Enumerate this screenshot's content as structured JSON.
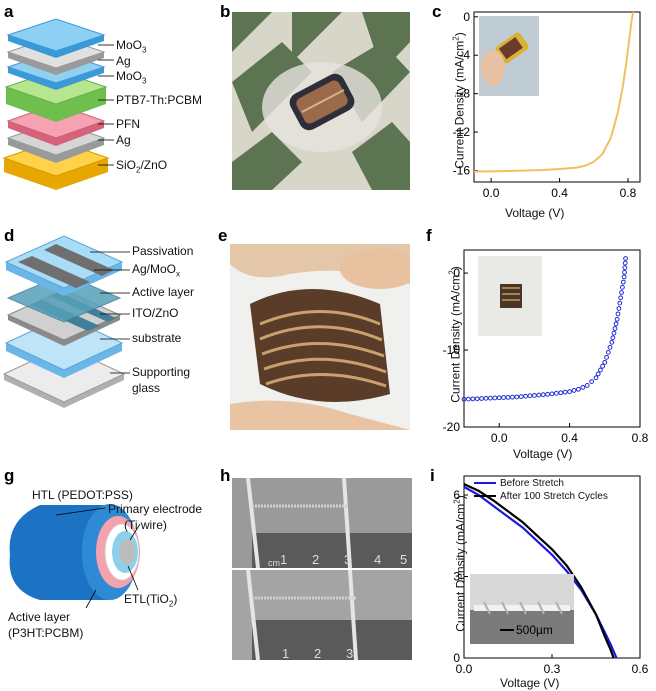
{
  "panels": {
    "a": {
      "letter": "a",
      "layers": [
        "MoO",
        "Ag",
        "MoO",
        "PTB7-Th:PCBM",
        "PFN",
        "Ag",
        "SiO",
        "/ZnO"
      ],
      "sub3": "3",
      "sub2": "2"
    },
    "b": {
      "letter": "b"
    },
    "c": {
      "letter": "c"
    },
    "d": {
      "letter": "d",
      "layers": [
        "Passivation",
        "Ag/MoO",
        "Active layer",
        "ITO/ZnO",
        "substrate",
        "Supporting",
        "glass"
      ],
      "subx": "x"
    },
    "e": {
      "letter": "e"
    },
    "f": {
      "letter": "f"
    },
    "g": {
      "letter": "g",
      "labels": [
        "HTL (PEDOT:PSS)",
        "Primary electrode",
        "(Ti wire)",
        "Active layer",
        "(P3HT:PCBM)",
        "ETL(TiO",
        ")"
      ],
      "sub2": "2"
    },
    "h": {
      "letter": "h",
      "ruler_top": [
        "cm",
        "1",
        "2",
        "3",
        "4",
        "5"
      ],
      "ruler_bottom": [
        "1",
        "2",
        "3"
      ]
    },
    "i": {
      "letter": "i",
      "scalebar": "500µm"
    }
  },
  "colors": {
    "curve_c": "#f0c060",
    "curve_f": "#1e2fd0",
    "before": "#1a1adc",
    "after": "#000000"
  },
  "chart_data": [
    {
      "type": "line",
      "panel": "c",
      "xlabel": "Voltage (V)",
      "ylabel": "Current Density (mA/cm",
      "ylabel_sup": "2",
      "ylabel_end": ")",
      "xlim": [
        -0.1,
        0.87
      ],
      "ylim": [
        -17.2,
        0.5
      ],
      "xticks": [
        "0.0",
        "0.4",
        "0.8"
      ],
      "xtick_values": [
        0.0,
        0.4,
        0.8
      ],
      "yticks": [
        "0",
        "-4",
        "-8",
        "-12",
        "-16"
      ],
      "ytick_values": [
        0,
        -4,
        -8,
        -12,
        -16
      ],
      "series": [
        {
          "x": [
            -0.1,
            0.0,
            0.1,
            0.2,
            0.3,
            0.4,
            0.5,
            0.55,
            0.6,
            0.65,
            0.7,
            0.74,
            0.77,
            0.79,
            0.81,
            0.82,
            0.83
          ],
          "values": [
            -16.1,
            -16.1,
            -16.05,
            -16.0,
            -15.95,
            -15.85,
            -15.7,
            -15.5,
            -15.1,
            -14.3,
            -12.6,
            -10.0,
            -7.2,
            -4.8,
            -2.0,
            -0.5,
            0.5
          ]
        }
      ]
    },
    {
      "type": "scatter",
      "panel": "f",
      "xlabel": "Voltage (V)",
      "ylabel": "Current Density (mA/cm",
      "ylabel_sup": "2",
      "ylabel_end": ")",
      "xlim": [
        -0.2,
        0.8
      ],
      "ylim": [
        -20,
        3
      ],
      "xticks": [
        "0.0",
        "0.4",
        "0.8"
      ],
      "xtick_values": [
        0.0,
        0.4,
        0.8
      ],
      "yticks": [
        "0",
        "-10",
        "-20"
      ],
      "ytick_values": [
        0,
        -10,
        -20
      ],
      "series": [
        {
          "x": [
            -0.2,
            -0.1,
            0.0,
            0.1,
            0.2,
            0.3,
            0.4,
            0.45,
            0.5,
            0.55,
            0.6,
            0.64,
            0.67,
            0.69,
            0.71,
            0.72
          ],
          "values": [
            -16.4,
            -16.3,
            -16.2,
            -16.1,
            -15.9,
            -15.7,
            -15.4,
            -15.1,
            -14.6,
            -13.6,
            -11.6,
            -9.0,
            -6.0,
            -3.2,
            -0.5,
            2.5
          ]
        }
      ]
    },
    {
      "type": "line",
      "panel": "i",
      "xlabel": "Voltage (V)",
      "ylabel": "Current Density (mA/cm",
      "ylabel_sup": "2",
      "ylabel_end": ")",
      "xlim": [
        0.0,
        0.6
      ],
      "ylim": [
        0,
        6.7
      ],
      "xticks": [
        "0.0",
        "0.3",
        "0.6"
      ],
      "xtick_values": [
        0.0,
        0.3,
        0.6
      ],
      "yticks": [
        "6",
        "3",
        "0"
      ],
      "ytick_values": [
        6,
        3,
        0
      ],
      "legend_position": "top-right",
      "series": [
        {
          "name": "Before Stretch",
          "x": [
            0.0,
            0.05,
            0.1,
            0.15,
            0.2,
            0.25,
            0.3,
            0.35,
            0.4,
            0.45,
            0.5,
            0.52
          ],
          "values": [
            6.3,
            6.0,
            5.6,
            5.2,
            4.8,
            4.3,
            3.8,
            3.2,
            2.5,
            1.6,
            0.5,
            0.0
          ]
        },
        {
          "name": "After 100 Stretch Cycles",
          "x": [
            0.0,
            0.05,
            0.1,
            0.15,
            0.2,
            0.25,
            0.3,
            0.35,
            0.4,
            0.45,
            0.48,
            0.5,
            0.51
          ],
          "values": [
            6.4,
            6.15,
            5.8,
            5.4,
            5.0,
            4.5,
            4.0,
            3.4,
            2.6,
            1.6,
            0.8,
            0.3,
            0.0
          ]
        }
      ]
    }
  ]
}
